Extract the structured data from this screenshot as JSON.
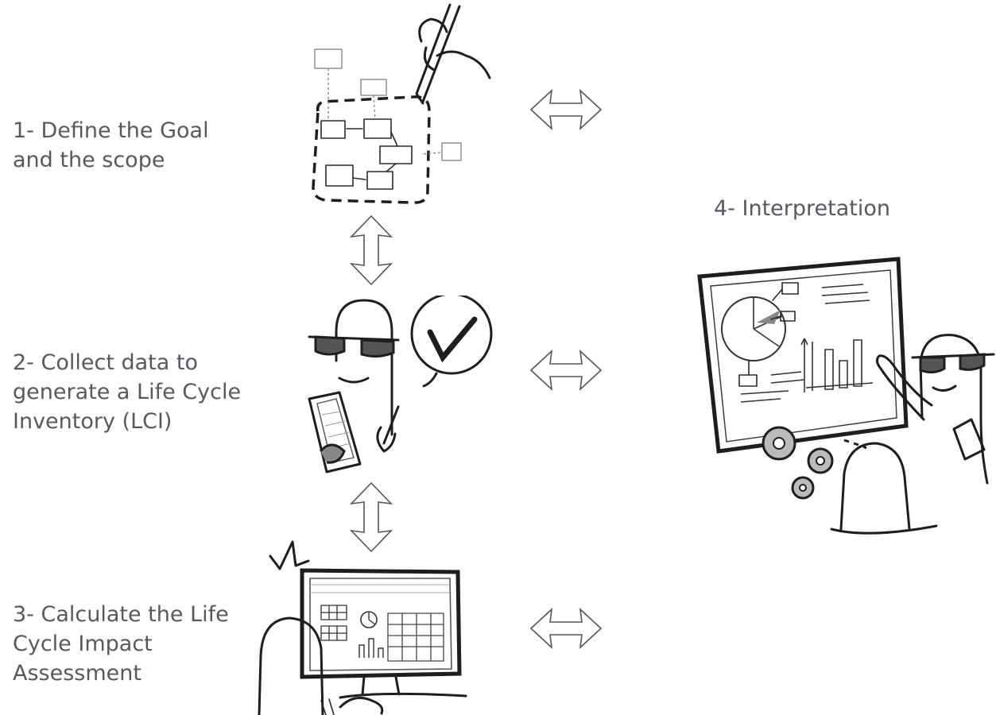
{
  "steps": [
    {
      "label": "1- Define the Goal\nand the scope"
    },
    {
      "label": "2- Collect data to\ngenerate a Life Cycle\nInventory (LCI)"
    },
    {
      "label": "3- Calculate the Life\nCycle Impact\nAssessment"
    },
    {
      "label": "4- Interpretation"
    }
  ],
  "icons": {
    "step1": "system-boundary-sketch-icon",
    "step2": "character-with-tablet-checkmark-icon",
    "step3": "person-at-computer-icon",
    "step4": "presenter-with-chart-board-icon",
    "horizontal_arrow": "double-headed-horizontal-arrow-icon",
    "vertical_arrow": "double-headed-vertical-arrow-icon"
  }
}
